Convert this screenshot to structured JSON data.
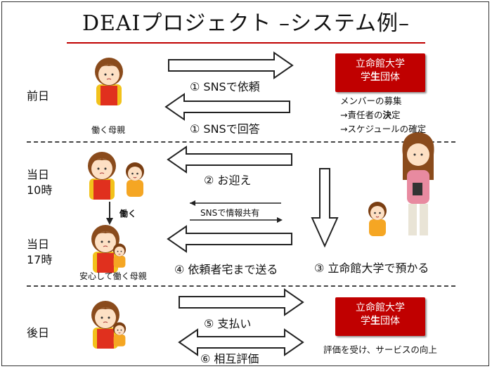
{
  "title": "DEAIプロジェクト –システム例–",
  "rows": {
    "pre_day": "前日",
    "day_10": "当日\n10時",
    "day_17": "当日\n17時",
    "after_day": "後日"
  },
  "people": {
    "working_mother": "働く母親",
    "working": "働く",
    "relieved_mother": "安心して働く母親"
  },
  "steps": {
    "step1_request": "① SNSで依頼",
    "step1_reply": "① SNSで回答",
    "step2_pickup": "② お迎え",
    "info_share": "SNSで情報共有",
    "step3_care": "③ 立命館大学で預かる",
    "step4_return": "④ 依頼者宅まで送る",
    "step5_payment": "⑤ 支払い",
    "step6_review": "⑥ 相互評価"
  },
  "org_box": {
    "line1": "立命館大学",
    "line2_a": "学",
    "line2_b": "生",
    "line2_c": "団体"
  },
  "notes": {
    "members": "メンバーの募集",
    "leader_a": "→責任者の",
    "leader_b": "決",
    "leader_c": "定",
    "schedule": "→スケジュールの確定",
    "feedback": "評価を受け、サービスの向上"
  },
  "colors": {
    "accent_red": "#c00000",
    "apron": "#e0301e",
    "child_shirt": "#f5a623",
    "student_top": "#e88aa0"
  }
}
